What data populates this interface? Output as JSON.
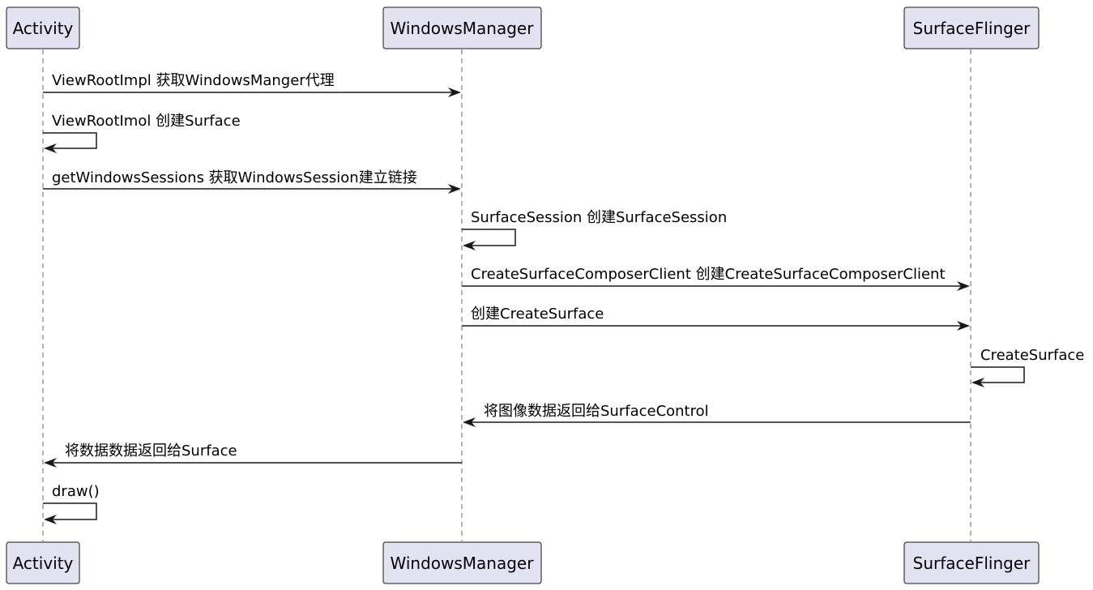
{
  "participants": [
    {
      "id": "activity",
      "label": "Activity"
    },
    {
      "id": "wm",
      "label": "WindowsManager"
    },
    {
      "id": "sf",
      "label": "SurfaceFlinger"
    }
  ],
  "messages": [
    {
      "from": "activity",
      "to": "wm",
      "label": "ViewRootImpl 获取WindowsManger代理"
    },
    {
      "from": "activity",
      "to": "activity",
      "label": "ViewRootImol 创建Surface"
    },
    {
      "from": "activity",
      "to": "wm",
      "label": "getWindowsSessions 获取WindowsSession建立链接"
    },
    {
      "from": "wm",
      "to": "wm",
      "label": "SurfaceSession 创建SurfaceSession"
    },
    {
      "from": "wm",
      "to": "sf",
      "label": "CreateSurfaceComposerClient 创建CreateSurfaceComposerClient"
    },
    {
      "from": "wm",
      "to": "sf",
      "label": "创建CreateSurface"
    },
    {
      "from": "sf",
      "to": "sf",
      "label": "CreateSurface"
    },
    {
      "from": "sf",
      "to": "wm",
      "label": "将图像数据返回给SurfaceControl"
    },
    {
      "from": "wm",
      "to": "activity",
      "label": "将数据数据返回给Surface"
    },
    {
      "from": "activity",
      "to": "activity",
      "label": "draw()"
    }
  ]
}
